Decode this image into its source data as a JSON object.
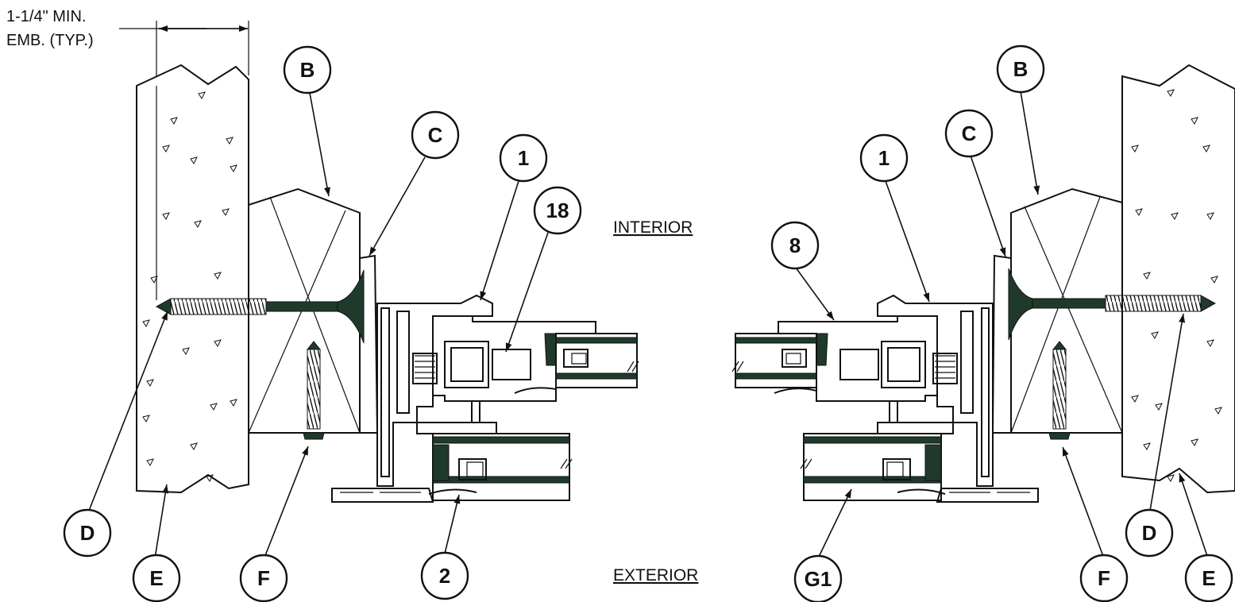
{
  "dimension_note": {
    "line1": "1-1/4\" MIN.",
    "line2": "EMB. (TYP.)"
  },
  "side_labels": {
    "interior": "INTERIOR",
    "exterior": "EXTERIOR"
  },
  "callouts": [
    {
      "id": "callout-b-left",
      "label": "B"
    },
    {
      "id": "callout-c-left",
      "label": "C"
    },
    {
      "id": "callout-1-left",
      "label": "1"
    },
    {
      "id": "callout-18-left",
      "label": "18"
    },
    {
      "id": "callout-d-left",
      "label": "D"
    },
    {
      "id": "callout-e-left",
      "label": "E"
    },
    {
      "id": "callout-f-left",
      "label": "F"
    },
    {
      "id": "callout-2-left",
      "label": "2"
    },
    {
      "id": "callout-b-right",
      "label": "B"
    },
    {
      "id": "callout-c-right",
      "label": "C"
    },
    {
      "id": "callout-1-right",
      "label": "1"
    },
    {
      "id": "callout-8-right",
      "label": "8"
    },
    {
      "id": "callout-g1-right",
      "label": "G1"
    },
    {
      "id": "callout-f-right",
      "label": "F"
    },
    {
      "id": "callout-d-right",
      "label": "D"
    },
    {
      "id": "callout-e-right",
      "label": "E"
    }
  ]
}
